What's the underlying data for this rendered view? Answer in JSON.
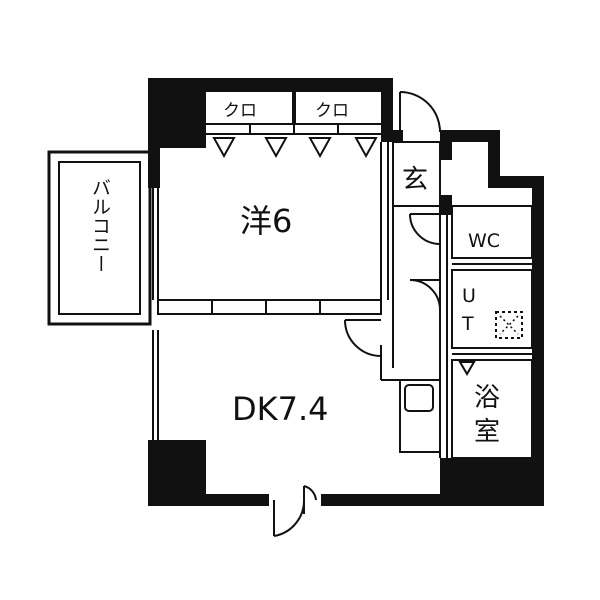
{
  "plan": {
    "rooms": {
      "western": "洋6",
      "dk": "DK7.4",
      "entrance": "玄",
      "wc": "WC",
      "ut_u": "U",
      "ut_t": "T",
      "bath_1": "浴",
      "bath_2": "室",
      "closet_1": "クロ",
      "closet_2": "クロ",
      "balcony": "バルコニー"
    }
  }
}
